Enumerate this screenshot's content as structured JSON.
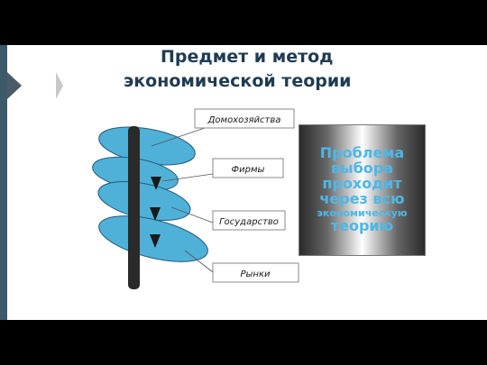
{
  "title": {
    "line1": "Предмет и метод",
    "line2": "экономической теории"
  },
  "diagram": {
    "labels": [
      "Домохозяйства",
      "Фирмы",
      "Государство",
      "Рынки"
    ]
  },
  "problem_box": {
    "lines": [
      "Проблема",
      "выбора",
      "проходит",
      "через всю",
      "экономическую",
      "теорию"
    ]
  },
  "colors": {
    "side_bar": "#3d5a6b",
    "ellipse_fill": "#4fb1d8",
    "box_text": "#4cb8e8",
    "title": "#1f3b52"
  }
}
